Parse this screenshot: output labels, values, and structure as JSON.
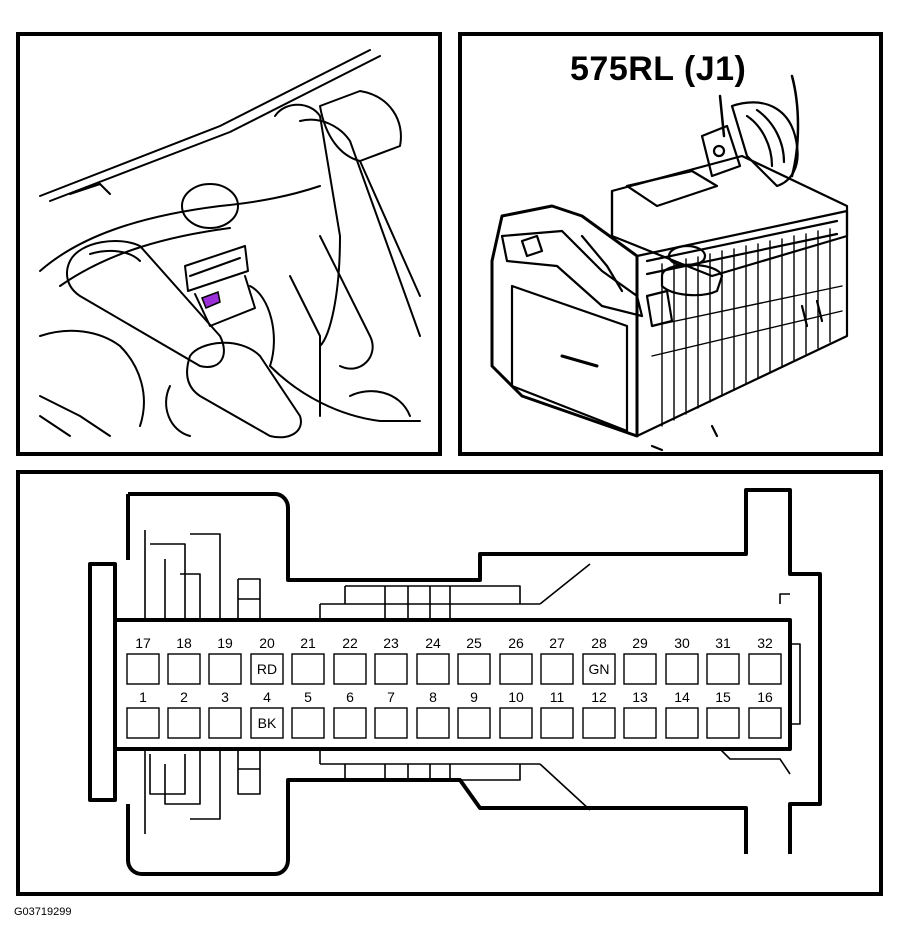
{
  "connector": {
    "label": "575RL (J1)"
  },
  "figure_code": "G03719299",
  "pins": {
    "top_row": [
      {
        "number": "17",
        "color": ""
      },
      {
        "number": "18",
        "color": ""
      },
      {
        "number": "19",
        "color": ""
      },
      {
        "number": "20",
        "color": "RD"
      },
      {
        "number": "21",
        "color": ""
      },
      {
        "number": "22",
        "color": ""
      },
      {
        "number": "23",
        "color": ""
      },
      {
        "number": "24",
        "color": ""
      },
      {
        "number": "25",
        "color": ""
      },
      {
        "number": "26",
        "color": ""
      },
      {
        "number": "27",
        "color": ""
      },
      {
        "number": "28",
        "color": "GN"
      },
      {
        "number": "29",
        "color": ""
      },
      {
        "number": "30",
        "color": ""
      },
      {
        "number": "31",
        "color": ""
      },
      {
        "number": "32",
        "color": ""
      }
    ],
    "bottom_row": [
      {
        "number": "1",
        "color": ""
      },
      {
        "number": "2",
        "color": ""
      },
      {
        "number": "3",
        "color": ""
      },
      {
        "number": "4",
        "color": "BK"
      },
      {
        "number": "5",
        "color": ""
      },
      {
        "number": "6",
        "color": ""
      },
      {
        "number": "7",
        "color": ""
      },
      {
        "number": "8",
        "color": ""
      },
      {
        "number": "9",
        "color": ""
      },
      {
        "number": "10",
        "color": ""
      },
      {
        "number": "11",
        "color": ""
      },
      {
        "number": "12",
        "color": ""
      },
      {
        "number": "13",
        "color": ""
      },
      {
        "number": "14",
        "color": ""
      },
      {
        "number": "15",
        "color": ""
      },
      {
        "number": "16",
        "color": ""
      }
    ]
  },
  "colors": {
    "line": "#000000",
    "location_marker": "#9b30d9"
  }
}
